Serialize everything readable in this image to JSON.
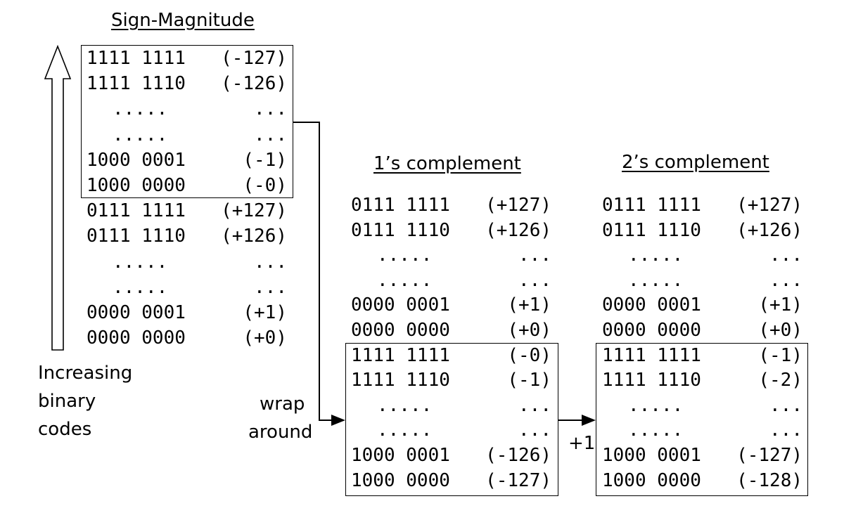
{
  "titles": {
    "sign_magnitude": "Sign-Magnitude",
    "ones_complement": "1’s complement",
    "twos_complement": "2’s complement"
  },
  "labels": {
    "increasing_binary_codes": [
      "Increasing",
      "binary",
      "codes"
    ],
    "wrap_around": [
      "wrap",
      "around"
    ],
    "plus_one": "+1"
  },
  "sign_magnitude": [
    [
      "1111 1111",
      "(-127)"
    ],
    [
      "1111 1110",
      "(-126)"
    ],
    [
      ".....",
      "..."
    ],
    [
      ".....",
      "..."
    ],
    [
      "1000 0001",
      "(-1)"
    ],
    [
      "1000 0000",
      "(-0)"
    ],
    [
      "0111 1111",
      "(+127)"
    ],
    [
      "0111 1110",
      "(+126)"
    ],
    [
      ".....",
      "..."
    ],
    [
      ".....",
      "..."
    ],
    [
      "0000 0001",
      "(+1)"
    ],
    [
      "0000 0000",
      "(+0)"
    ]
  ],
  "ones_complement": [
    [
      "0111 1111",
      "(+127)"
    ],
    [
      "0111 1110",
      "(+126)"
    ],
    [
      ".....",
      "..."
    ],
    [
      ".....",
      "..."
    ],
    [
      "0000 0001",
      "(+1)"
    ],
    [
      "0000 0000",
      "(+0)"
    ],
    [
      "1111 1111",
      "(-0)"
    ],
    [
      "1111 1110",
      "(-1)"
    ],
    [
      ".....",
      "..."
    ],
    [
      ".....",
      "..."
    ],
    [
      "1000 0001",
      "(-126)"
    ],
    [
      "1000 0000",
      "(-127)"
    ]
  ],
  "twos_complement": [
    [
      "0111 1111",
      "(+127)"
    ],
    [
      "0111 1110",
      "(+126)"
    ],
    [
      ".....",
      "..."
    ],
    [
      ".....",
      "..."
    ],
    [
      "0000 0001",
      "(+1)"
    ],
    [
      "0000 0000",
      "(+0)"
    ],
    [
      "1111 1111",
      "(-1)"
    ],
    [
      "1111 1110",
      "(-2)"
    ],
    [
      ".....",
      "..."
    ],
    [
      ".....",
      "..."
    ],
    [
      "1000 0001",
      "(-127)"
    ],
    [
      "1000 0000",
      "(-128)"
    ]
  ]
}
